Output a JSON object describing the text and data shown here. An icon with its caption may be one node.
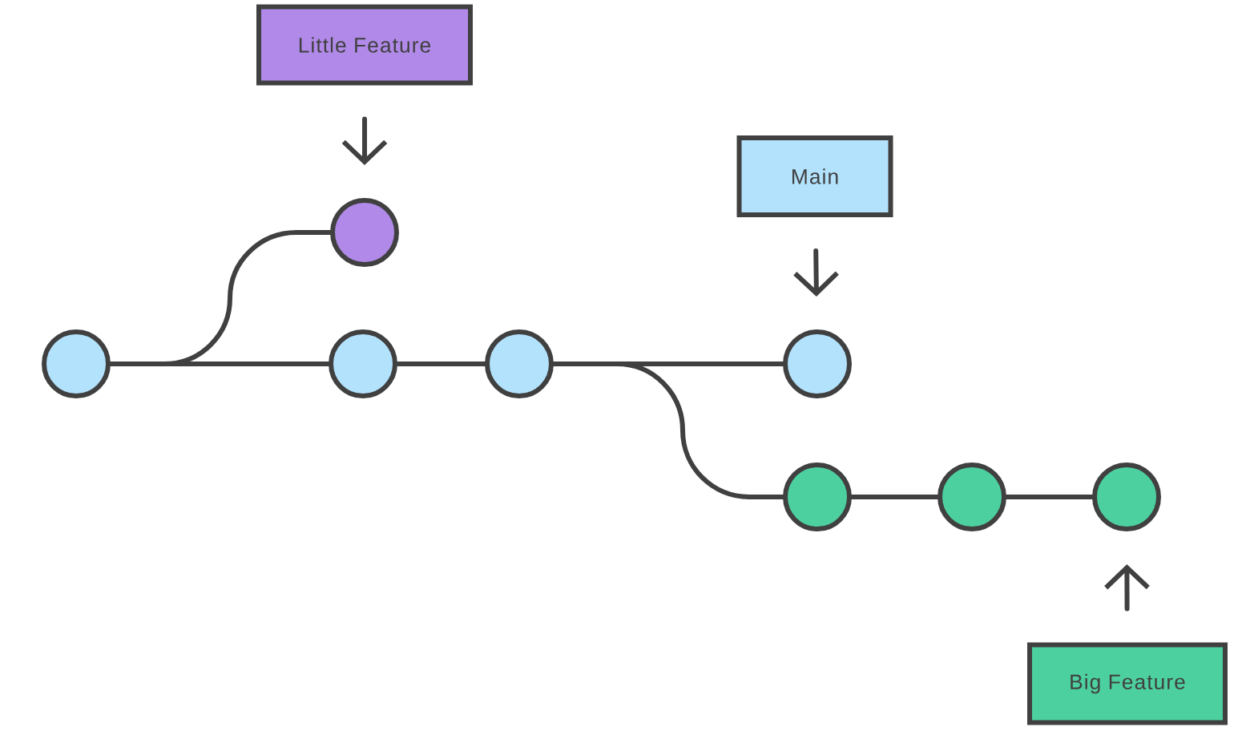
{
  "diagram": {
    "nodes": [
      {
        "text": [
          "Little Feature"
        ]
      },
      {
        "text": [
          "Main"
        ]
      },
      {
        "text": [
          "Big Feature"
        ]
      },
      {
        "text": [],
        "shape": "circle"
      },
      {
        "text": [],
        "shape": "circle"
      },
      {
        "text": [],
        "shape": "circle"
      },
      {
        "text": [],
        "shape": "circle"
      },
      {
        "text": [],
        "shape": "circle"
      },
      {
        "text": [],
        "shape": "circle"
      },
      {
        "text": [],
        "shape": "circle"
      },
      {
        "text": [],
        "shape": "circle"
      }
    ],
    "edges": [
      {
        "from": 0,
        "to": 4,
        "arrow": "to"
      },
      {
        "from": 1,
        "to": 7,
        "arrow": "to"
      },
      {
        "from": 2,
        "to": 10,
        "arrow": "to"
      },
      {
        "from": 3,
        "to": 4,
        "arrow": "none"
      },
      {
        "from": 3,
        "to": 5,
        "arrow": "none"
      },
      {
        "from": 5,
        "to": 6,
        "arrow": "none"
      },
      {
        "from": 6,
        "to": 7,
        "arrow": "none"
      },
      {
        "from": 6,
        "to": 8,
        "arrow": "none"
      },
      {
        "from": 8,
        "to": 9,
        "arrow": "none"
      },
      {
        "from": 9,
        "to": 10,
        "arrow": "none"
      }
    ]
  }
}
